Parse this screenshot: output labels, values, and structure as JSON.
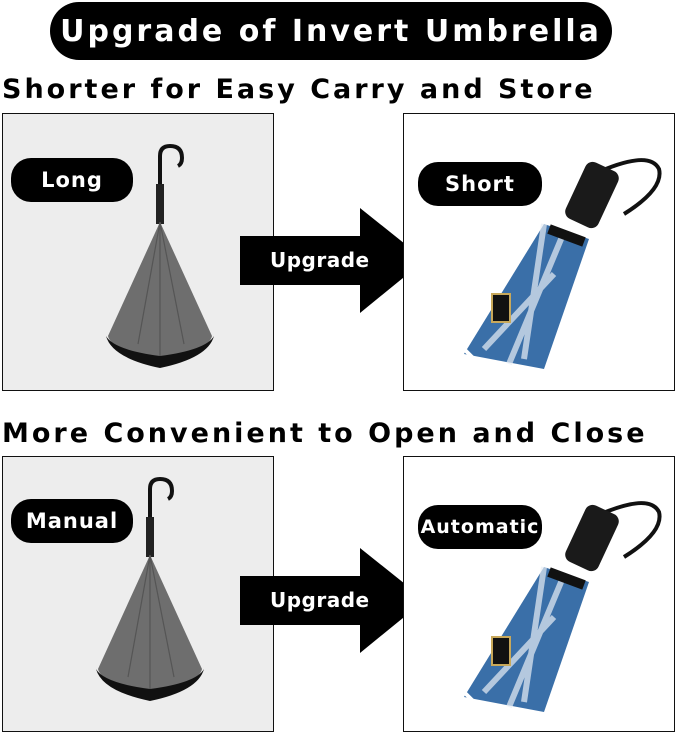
{
  "banner": {
    "title": "Upgrade of Invert Umbrella"
  },
  "section1": {
    "heading": "Shorter for Easy Carry and Store",
    "left_label": "Long",
    "arrow_label": "Upgrade",
    "right_label": "Short"
  },
  "section2": {
    "heading": "More Convenient to Open and Close",
    "left_label": "Manual",
    "arrow_label": "Upgrade",
    "right_label": "Automatic"
  },
  "colors": {
    "banner_bg": "#000000",
    "left_panel_bg": "#ededed",
    "umbrella_canopy": "#6e6e6e",
    "folded_print": "#3a6fa8"
  }
}
